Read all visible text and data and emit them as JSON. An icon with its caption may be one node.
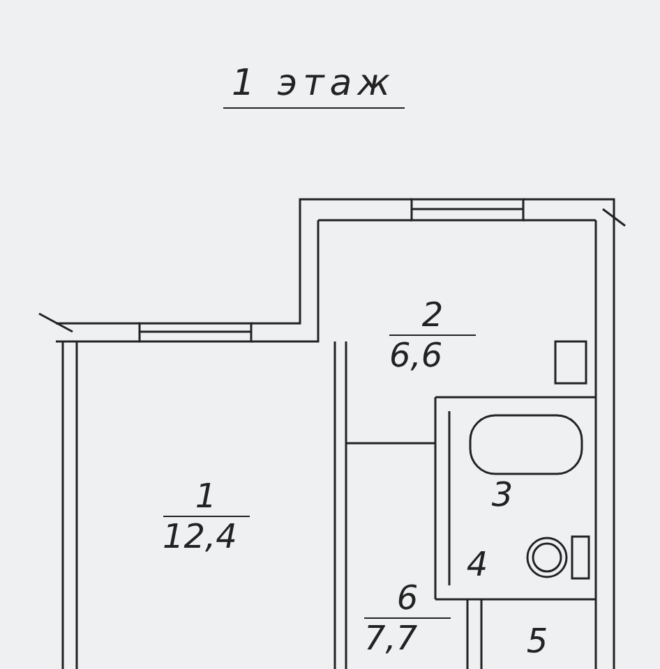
{
  "diagram": {
    "title": "1 этаж",
    "nodes": [
      {
        "text": [
          "1",
          "12,4"
        ]
      },
      {
        "text": [
          "2",
          "6,6"
        ]
      },
      {
        "text": [
          "3"
        ]
      },
      {
        "text": [
          "4"
        ]
      },
      {
        "text": [
          "5"
        ]
      },
      {
        "text": [
          "6",
          "7,7"
        ]
      }
    ],
    "edges": []
  }
}
